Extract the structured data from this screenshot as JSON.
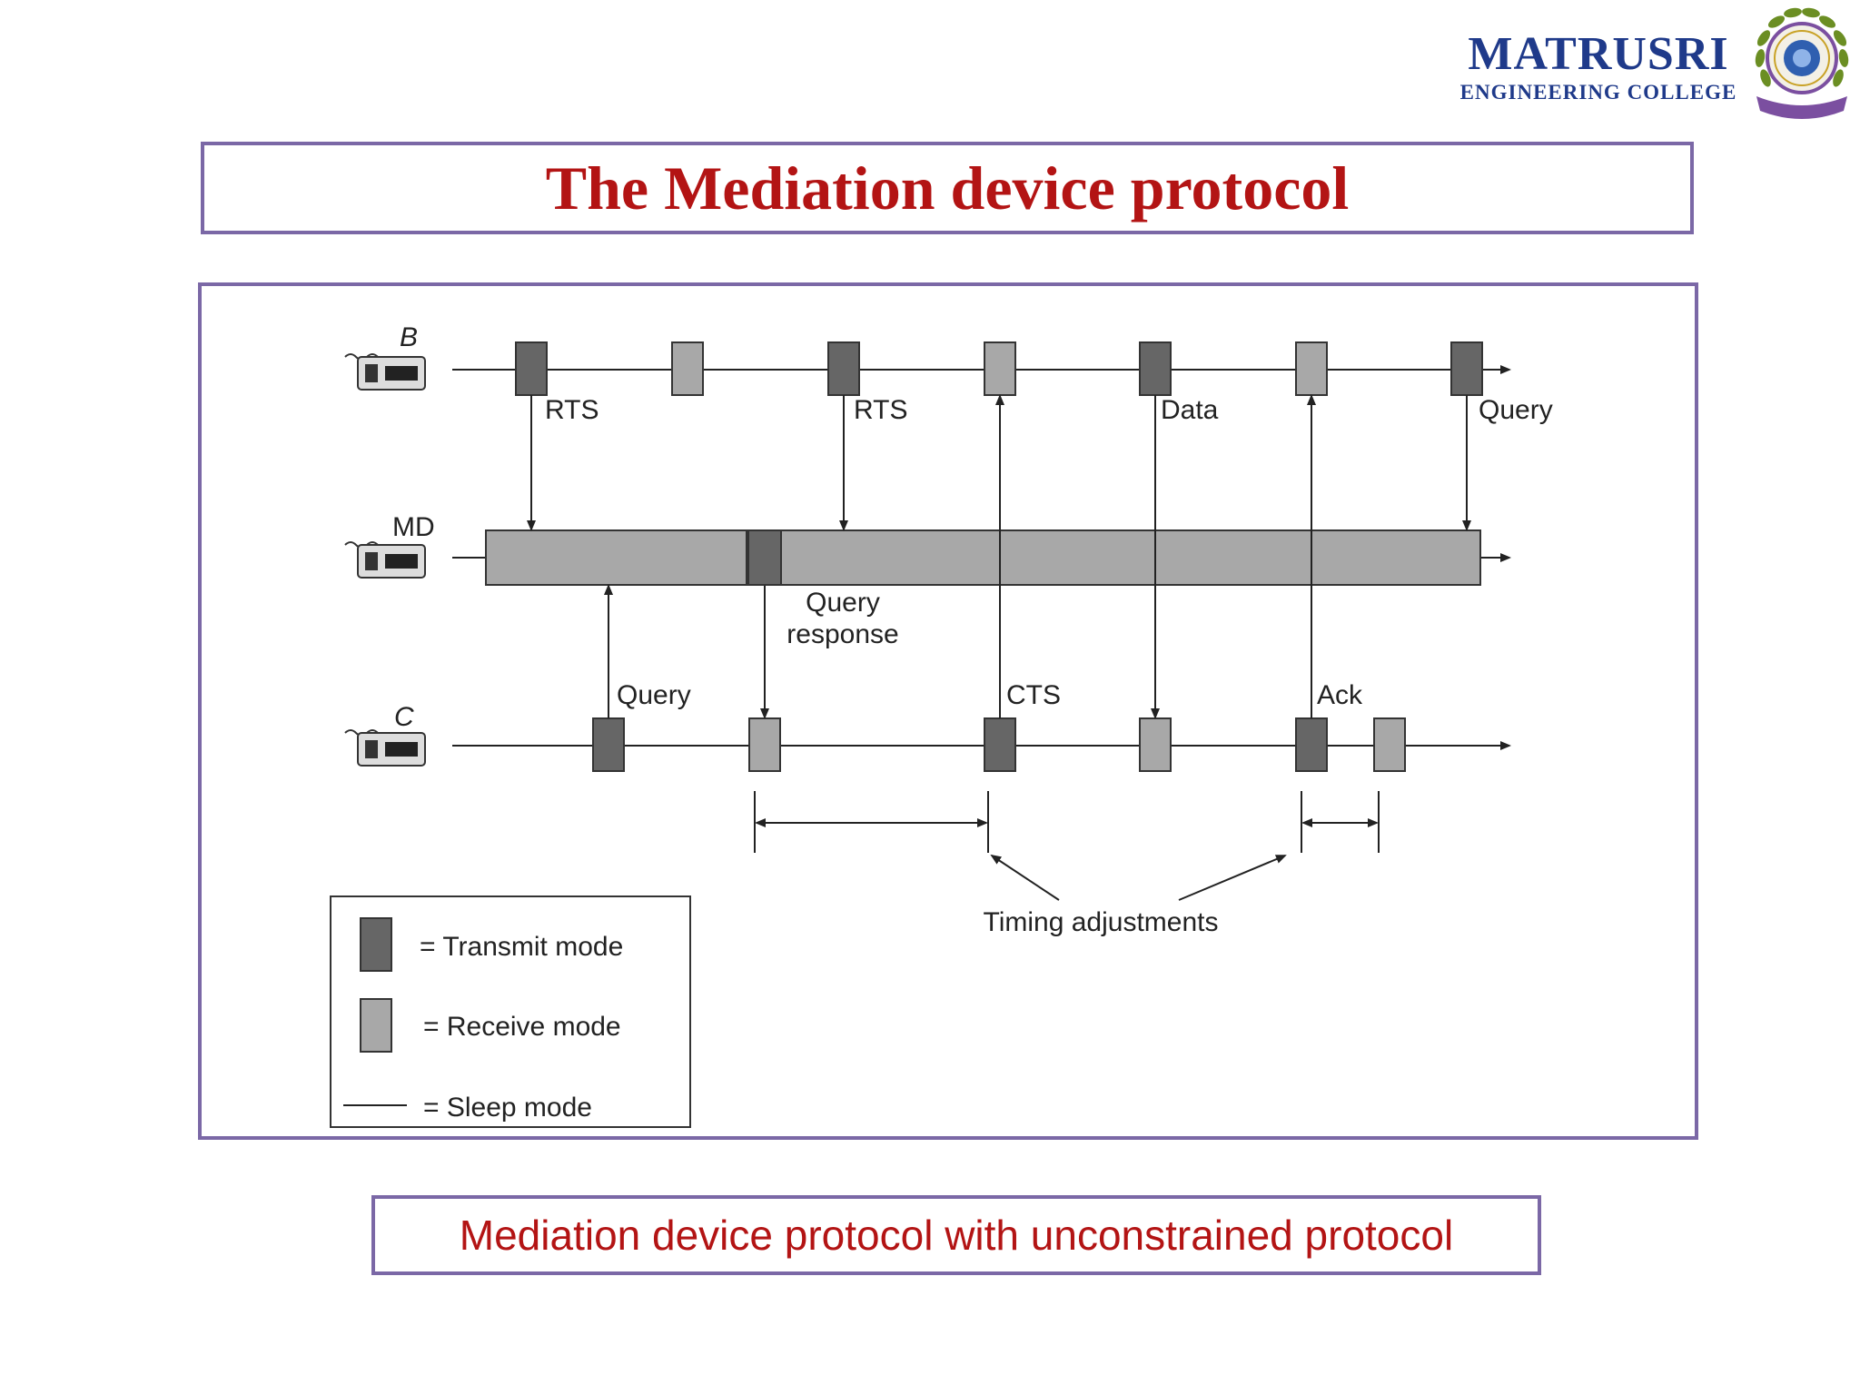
{
  "header": {
    "logo_name": "MATRUSRI",
    "logo_sub": "ENGINEERING COLLEGE",
    "emblem_icon": "college-emblem"
  },
  "title": "The Mediation device protocol",
  "diagram": {
    "nodes": [
      "B",
      "MD",
      "C"
    ],
    "labels": {
      "b_rts_1": "RTS",
      "b_rts_2": "RTS",
      "b_data": "Data",
      "b_query": "Query",
      "md_query_line1": "Query",
      "md_query_line2": "response",
      "c_query": "Query",
      "c_cts": "CTS",
      "c_ack": "Ack",
      "timing": "Timing adjustments"
    },
    "legend": {
      "transmit": "= Transmit mode",
      "receive": "= Receive mode",
      "sleep": "= Sleep mode"
    },
    "colors": {
      "transmit": "#666666",
      "receive": "#a8a8a8",
      "line": "#222222"
    }
  },
  "caption": "Mediation device protocol with unconstrained protocol"
}
